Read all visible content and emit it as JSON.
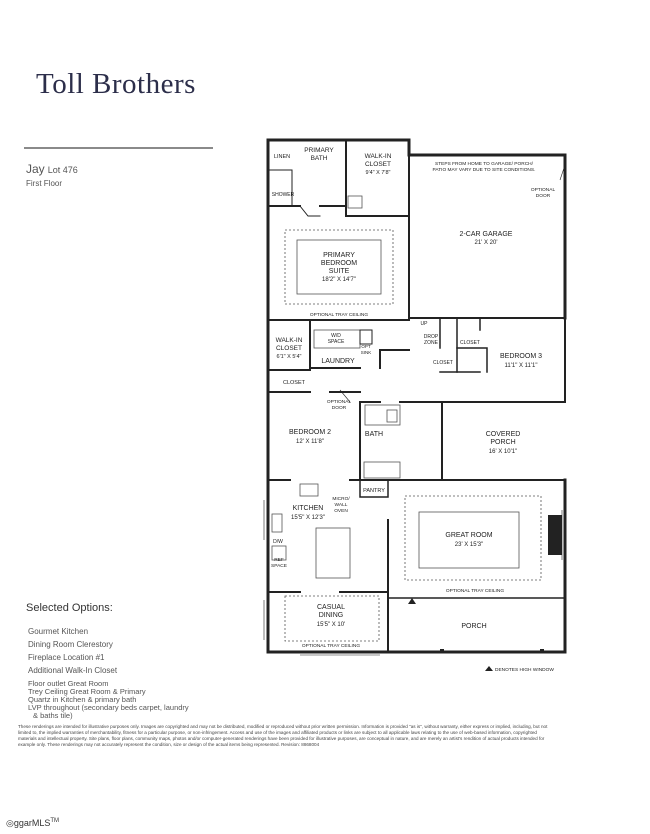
{
  "brand": {
    "logo_text": "Toll Brothers"
  },
  "header": {
    "plan_name": "Jay",
    "lot": "Lot 476",
    "floor": "First Floor"
  },
  "rooms": {
    "linen": "LINEN",
    "primary_bath_1": "PRIMARY",
    "primary_bath_2": "BATH",
    "shower": "SHOWER",
    "walkin_closet_1": "WALK-IN",
    "walkin_closet_2": "CLOSET",
    "walkin_closet_dim": "9'4\" X 7'8\"",
    "garage_note_1": "STEPS FROM HOME TO GARAGE/ PORCH/",
    "garage_note_2": "PATIO MAY VARY DUE TO SITE CONDITIONS.",
    "optional_door_1": "OPTIONAL",
    "optional_door_2": "DOOR",
    "garage_1": "2-CAR GARAGE",
    "garage_dim": "21' X 20'",
    "primary_bedroom_1": "PRIMARY",
    "primary_bedroom_2": "BEDROOM",
    "primary_bedroom_3": "SUITE",
    "primary_bedroom_dim": "18'2\" X 14'7\"",
    "optional_tray_ceiling": "OPTIONAL TRAY CEILING",
    "small_closet_1": "WALK-IN",
    "small_closet_2": "CLOSET",
    "small_closet_dim": "6'1\" X 5'4\"",
    "wd_space_1": "W/D",
    "wd_space_2": "SPACE",
    "opt_sink_1": "OPT",
    "opt_sink_2": "SINK",
    "laundry": "LAUNDRY",
    "up": "UP",
    "drop_zone_1": "DROP",
    "drop_zone_2": "ZONE",
    "closet_a": "CLOSET",
    "closet_b": "CLOSET",
    "closet_c": "CLOSET",
    "bedroom3": "BEDROOM 3",
    "bedroom3_dim": "11'1\" X 11'1\"",
    "bedroom2": "BEDROOM 2",
    "bedroom2_dim": "12' X 11'8\"",
    "bath": "BATH",
    "covered_porch_1": "COVERED",
    "covered_porch_2": "PORCH",
    "covered_porch_dim": "16' X 10'1\"",
    "pantry": "PANTRY",
    "micro_wall_1": "MICRO/",
    "micro_wall_2": "WALL",
    "micro_wall_3": "OVEN",
    "kitchen": "KITCHEN",
    "kitchen_dim": "15'5\" X 12'3\"",
    "dw": "D/W",
    "ref_space_1": "REF",
    "ref_space_2": "SPACE",
    "great_room": "GREAT ROOM",
    "great_room_dim": "23' X 15'3\"",
    "casual_dining_1": "CASUAL",
    "casual_dining_2": "DINING",
    "casual_dining_dim": "15'5\" X 10'",
    "porch": "PORCH",
    "high_window_note": "DENOTES HIGH WINDOW"
  },
  "options": {
    "title": "Selected Options:",
    "items": [
      "Gourmet Kitchen",
      "Dining Room Clerestory",
      "Fireplace Location #1",
      "Additional Walk-In Closet",
      "Floor outlet Great Room",
      "Trey Ceiling Great Room & Primary",
      "Quartz in Kitchen & primary bath",
      "LVP throughout (secondary beds carpet, laundry",
      "& baths tile)"
    ]
  },
  "disclaimer": "These renderings are intended for illustrative purposes only. Images are copyrighted and may not be distributed, modified or reproduced without prior written permission. Information is provided \"as is\", without warranty, either express or implied, including, but not limited to, the implied warranties of merchantability, fitness for a particular purpose, or non-infringement. Access and use of the images and affiliated products or links are subject to all applicable laws relating to the use of web-based information, copyrighted materials and intellectual property. Site plans, floor plans, community maps, photos and/or computer-generated renderings have been provided for illustrative purposes, are conceptual in nature, and are merely an artist's rendition of actual products intended for example only. These renderings may not accurately represent the condition, size or design of the actual items being represented. Revision: 8868004",
  "watermark": {
    "text": "ggarMLS",
    "mark": "TM"
  }
}
